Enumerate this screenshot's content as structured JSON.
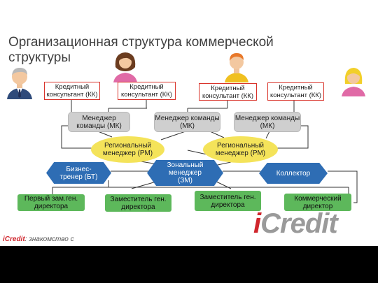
{
  "title": "Организационная структура коммерческой структуры",
  "consultants": [
    "Кредитный консультант (КК)",
    "Кредитный консультант (КК)",
    "Кредитный консультант (КК)",
    "Кредитный консультант (КК)"
  ],
  "managers": [
    "Менеджер команды (МК)",
    "Менеджер команды (МК)",
    "Менеджер команды (МК)"
  ],
  "regional": [
    "Региональный менеджер (РМ)",
    "Региональный менеджер (РМ)"
  ],
  "hexes": {
    "business_trainer": "Бизнес-тренер (БТ)",
    "zonal_manager": "Зональный менеджер (ЗМ)",
    "collector": "Коллектор"
  },
  "directors": {
    "first_deputy": "Первый зам.ген. директора",
    "deputy_1": "Заместитель ген. директора",
    "deputy_2": "Заместитель ген. директора",
    "commercial": "Коммерческий директор"
  },
  "logo": {
    "i": "i",
    "credit": "Credit"
  },
  "footer": {
    "brand": "iCredit",
    "text": ": знакомство с"
  },
  "colors": {
    "consultant_border": "#d9342b",
    "manager_fill": "#cfcfcf",
    "regional_fill": "#f4e35a",
    "hex_fill": "#2e6db4",
    "director_fill": "#5db85b",
    "brand_red": "#d0252c"
  },
  "icons": [
    "man-avatar-icon",
    "woman-avatar-icon",
    "man-avatar-icon",
    "woman-avatar-icon"
  ]
}
